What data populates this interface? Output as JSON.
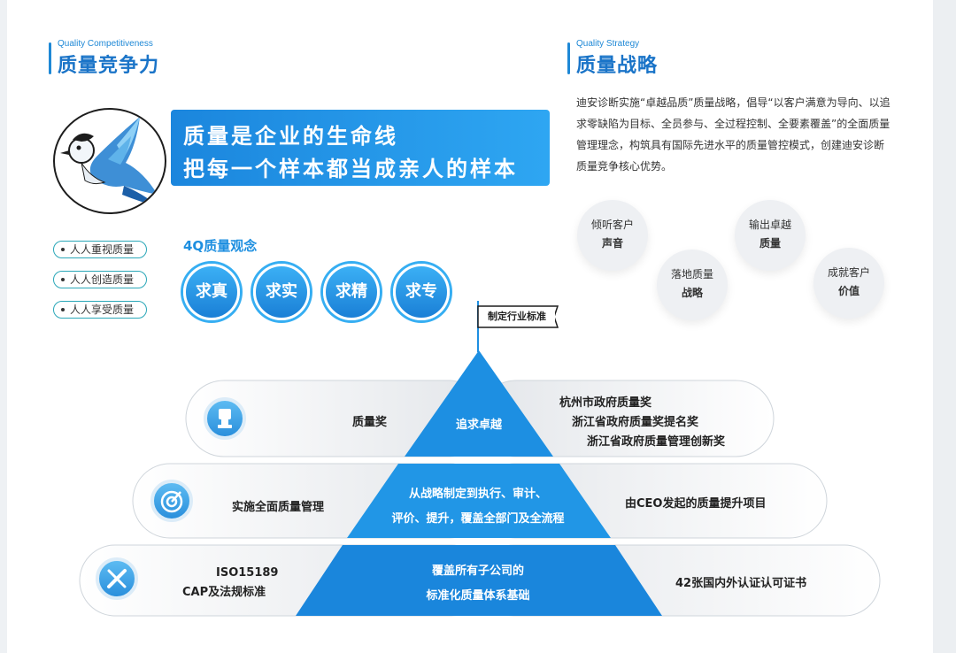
{
  "left_section": {
    "en_title": "Quality Competitiveness",
    "cn_title": "质量竞争力",
    "slogan_line1": "质量是企业的生命线",
    "slogan_line2": "把每一个样本都当成亲人的样本",
    "values": [
      "人人重视质量",
      "人人创造质量",
      "人人享受质量"
    ],
    "q4_title": "4Q质量观念",
    "q4_items": [
      "求真",
      "求实",
      "求精",
      "求专"
    ]
  },
  "right_section": {
    "en_title": "Quality Strategy",
    "cn_title": "质量战略",
    "description": "迪安诊断实施“卓越品质”质量战略，倡导“以客户满意为导向、以追求零缺陷为目标、全员参与、全过程控制、全要素覆盖”的全面质量管理理念，构筑具有国际先进水平的质量管控模式，创建迪安诊断质量竞争核心优势。",
    "circles": [
      {
        "line1": "倾听客户",
        "line2": "声音"
      },
      {
        "line1": "输出卓越",
        "line2": "质量"
      },
      {
        "line1": "落地质量",
        "line2": "战略"
      },
      {
        "line1": "成就客户",
        "line2": "价值"
      }
    ]
  },
  "pyramid": {
    "flag": "制定行业标准",
    "tiers": [
      {
        "center": [
          "追求卓越"
        ],
        "left": [
          "质量奖"
        ],
        "right": [
          "杭州市政府质量奖",
          "浙江省政府质量奖提名奖",
          "浙江省政府质量管理创新奖"
        ],
        "icon": "award-icon"
      },
      {
        "center": [
          "从战略制定到执行、审计、",
          "评价、提升，覆盖全部门及全流程"
        ],
        "left": [
          "实施全面质量管理"
        ],
        "right": [
          "由CEO发起的质量提升项目"
        ],
        "icon": "target-icon"
      },
      {
        "center": [
          "覆盖所有子公司的",
          "标准化质量体系基础"
        ],
        "left": [
          "ISO15189",
          "CAP及法规标准"
        ],
        "right": [
          "42张国内外认证认可证书"
        ],
        "icon": "tools-icon"
      }
    ]
  },
  "colors": {
    "accent": "#1e88d6",
    "pyramid_blue": "#1a86dc",
    "teal_border": "#2aa7b8"
  }
}
